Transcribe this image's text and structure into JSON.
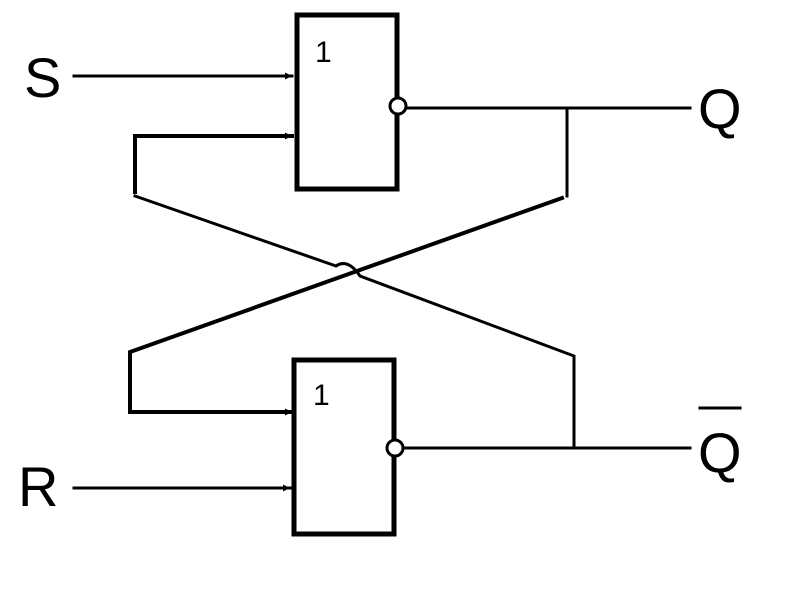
{
  "inputs": {
    "s": "S",
    "r": "R"
  },
  "outputs": {
    "q": "Q",
    "q_bar": "Q"
  },
  "gates": {
    "top_symbol": "1",
    "bottom_symbol": "1"
  }
}
